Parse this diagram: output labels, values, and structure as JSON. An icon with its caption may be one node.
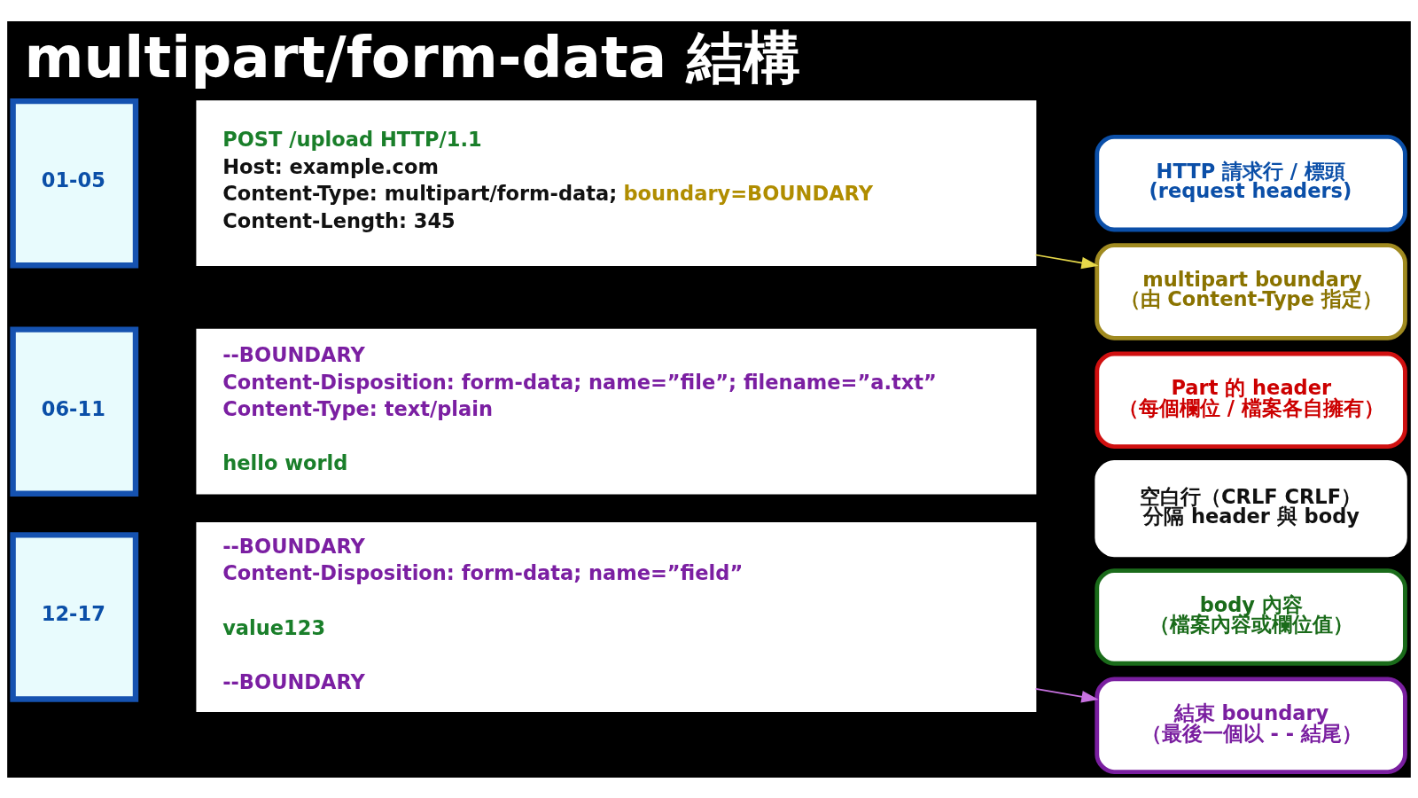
{
  "diagram": {
    "title": "multipart/form-data 結構",
    "nodes": [
      {
        "text": [
          "01-05"
        ]
      },
      {
        "text": [
          "POST /upload HTTP/1.1",
          "Host: example.com",
          "Content-Type: multipart/form-data;",
          "boundary=BOUNDARY",
          "Content-Length: 345"
        ]
      },
      {
        "text": [
          "06-11"
        ]
      },
      {
        "text": [
          "--BOUNDARY",
          "Content-Disposition: form-data; name=”file”; filename=”a.txt”",
          "Content-Type: text/plain",
          "hello world"
        ]
      },
      {
        "text": [
          "12-17"
        ]
      },
      {
        "text": [
          "--BOUNDARY",
          "Content-Disposition: form-data; name=”field”",
          "value123",
          "--BOUNDARY"
        ]
      },
      {
        "text": [
          "HTTP 請求行 / 標頭",
          "(request headers)"
        ]
      },
      {
        "text": [
          "multipart boundary",
          "（由 Content-Type 指定）"
        ]
      },
      {
        "text": [
          "Part 的 header",
          "（每個欄位 / 檔案各自擁有）"
        ]
      },
      {
        "text": [
          "空白行（CRLF CRLF）",
          "分隔 header 與 body"
        ]
      },
      {
        "text": [
          "body 內容",
          "（檔案內容或欄位值）"
        ]
      },
      {
        "text": [
          "結束 boundary",
          "（最後一個以 - - 結尾）"
        ]
      }
    ],
    "edges": [
      {
        "from": 1,
        "to": 7,
        "arrow": "to",
        "color": "#e6d84a"
      },
      {
        "from": 5,
        "to": 11,
        "arrow": "to",
        "color": "#c872e0"
      }
    ]
  }
}
